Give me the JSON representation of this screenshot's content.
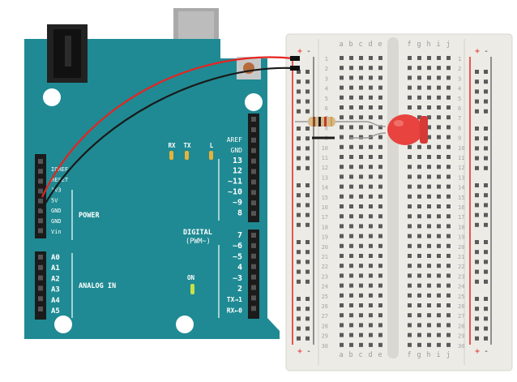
{
  "board": {
    "reset_label": "RESET",
    "power_header_labels": [
      "IOREF",
      "RESET",
      "3V3",
      "5V",
      "GND",
      "GND",
      "Vin"
    ],
    "power_label": "POWER",
    "analog_labels": [
      "A0",
      "A1",
      "A2",
      "A3",
      "A4",
      "A5"
    ],
    "analog_label": "ANALOG IN",
    "digital_upper_labels": [
      "AREF",
      "GND",
      "13",
      "12",
      "~11",
      "~10",
      "~9",
      "8"
    ],
    "digital_lower_labels": [
      "7",
      "~6",
      "~5",
      "4",
      "~3",
      "2",
      "TX→1",
      "RX←0"
    ],
    "digital_label": "DIGITAL",
    "pwm_label": "(PWM~)",
    "led_labels": [
      "RX",
      "TX",
      "L"
    ],
    "on_label": "ON",
    "colors": {
      "board": "#1f8a93",
      "led": "#e8433f",
      "wire_red": "#e52421",
      "wire_black": "#1a1a1a"
    }
  },
  "breadboard": {
    "columns_left": [
      "a",
      "b",
      "c",
      "d",
      "e"
    ],
    "columns_right": [
      "f",
      "g",
      "h",
      "i",
      "j"
    ],
    "rows": [
      "1",
      "2",
      "3",
      "4",
      "5",
      "6",
      "7",
      "8",
      "9",
      "10",
      "11",
      "12",
      "13",
      "14",
      "15",
      "16",
      "17",
      "18",
      "19",
      "20",
      "21",
      "22",
      "23",
      "24",
      "25",
      "26",
      "27",
      "28",
      "29",
      "30"
    ],
    "rail_plus": "+",
    "rail_minus": "-"
  }
}
